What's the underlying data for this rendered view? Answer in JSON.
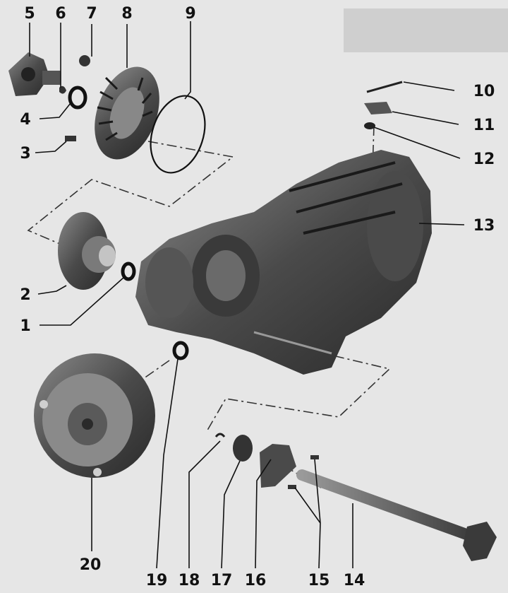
{
  "diagram": {
    "labels": {
      "p1": "1",
      "p2": "2",
      "p3": "3",
      "p4": "4",
      "p5": "5",
      "p6": "6",
      "p7": "7",
      "p8": "8",
      "p9": "9",
      "p10": "10",
      "p11": "11",
      "p12": "12",
      "p13": "13",
      "p14": "14",
      "p15": "15",
      "p16": "16",
      "p17": "17",
      "p18": "18",
      "p19": "19",
      "p20": "20"
    }
  }
}
